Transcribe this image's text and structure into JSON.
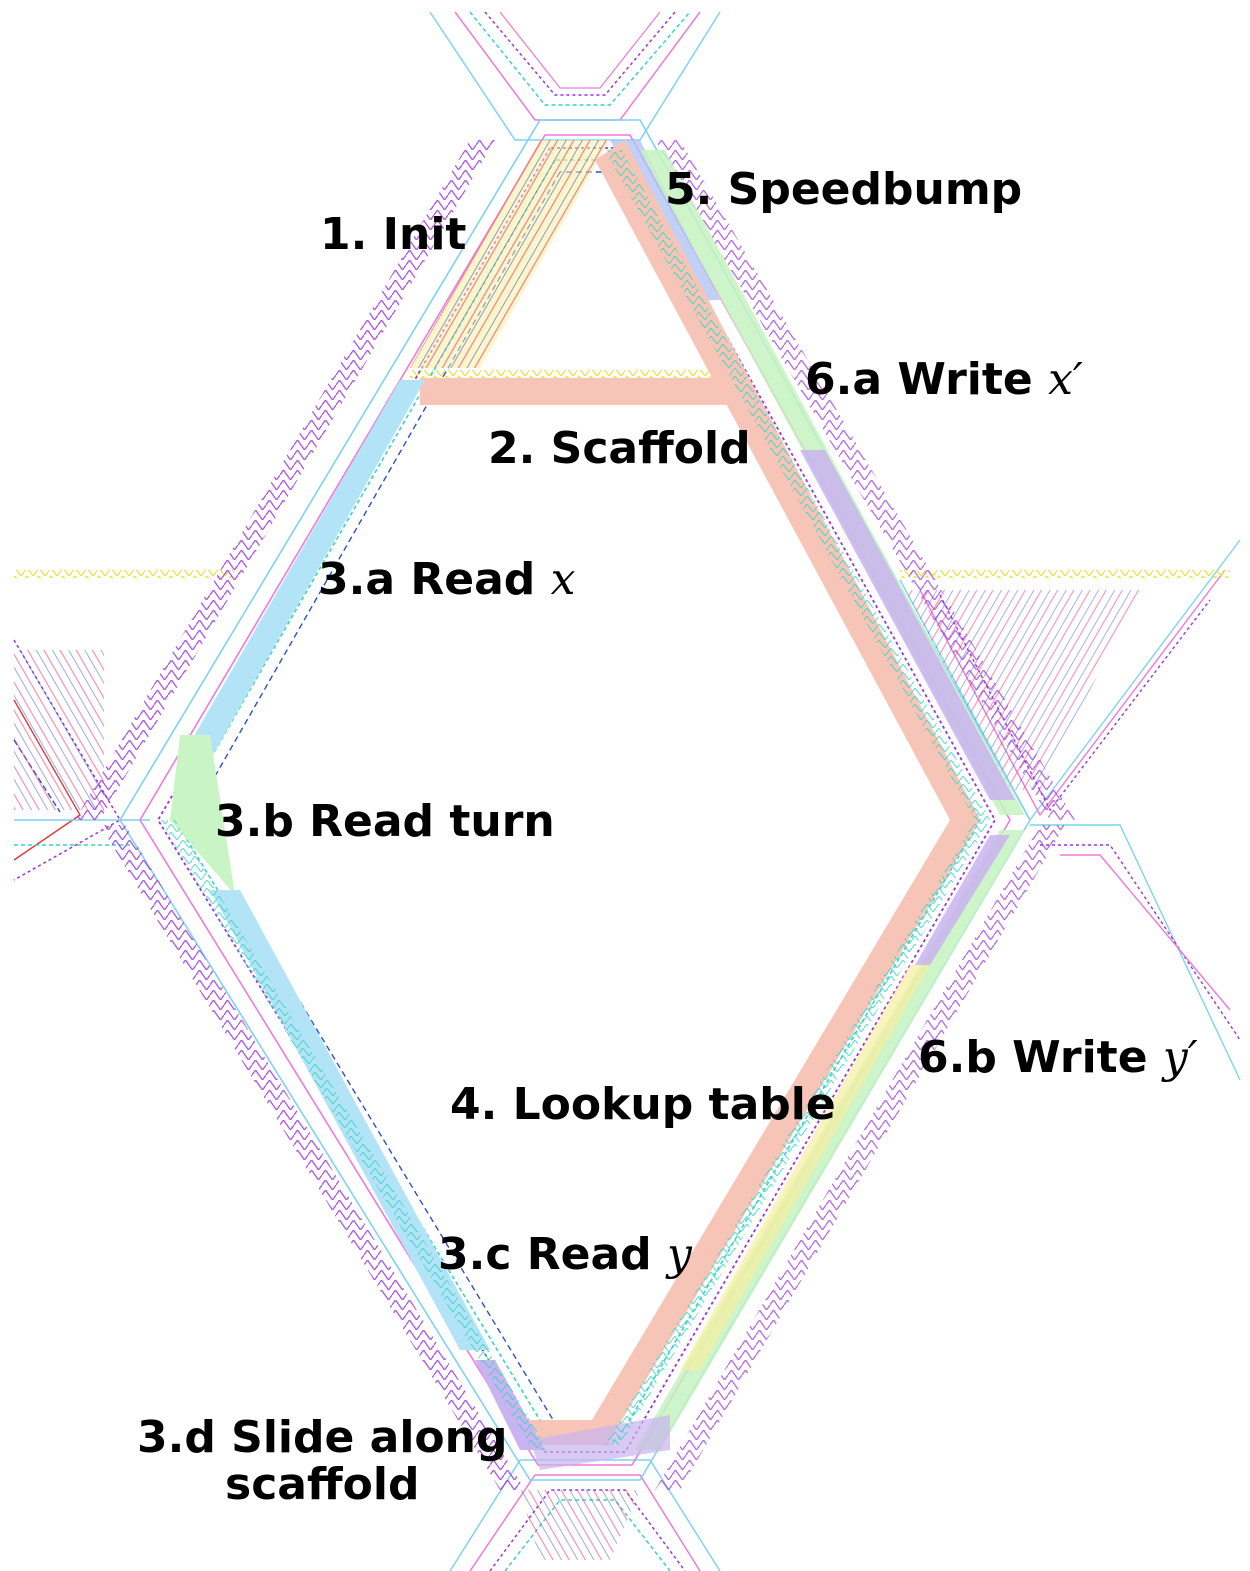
{
  "labels": {
    "init": "1. Init",
    "scaffold": "2. Scaffold",
    "read_x_prefix": "3.a Read",
    "read_x_var": "x",
    "read_turn": "3.b Read turn",
    "read_y_prefix": "3.c Read",
    "read_y_var": "y",
    "slide_line1": "3.d Slide along",
    "slide_line2": "scaffold",
    "lookup": "4. Lookup table",
    "speedbump": "5. Speedbump",
    "write_x_prefix": "6.a Write",
    "write_x_var": "x′",
    "write_y_prefix": "6.b Write",
    "write_y_var": "y′"
  },
  "colors": {
    "read_band": "#b3e3f7",
    "lookup_band": "#f7c5b8",
    "turn_band": "#c9f5c4",
    "write_band": "#c9b3f0",
    "write_band_light": "#c5f2c0",
    "speedbump_band": "#b0c4f5",
    "init_band": "#f7f0a0",
    "strand_cyan": "#7fd3f2",
    "strand_magenta": "#f07ad8",
    "strand_purple": "#9b33e0",
    "strand_teal": "#37d6c2",
    "strand_blue": "#2c4fd1",
    "strand_red": "#e03a3a",
    "strand_yellow": "#e8e34a",
    "strand_green": "#8bdc5a"
  }
}
